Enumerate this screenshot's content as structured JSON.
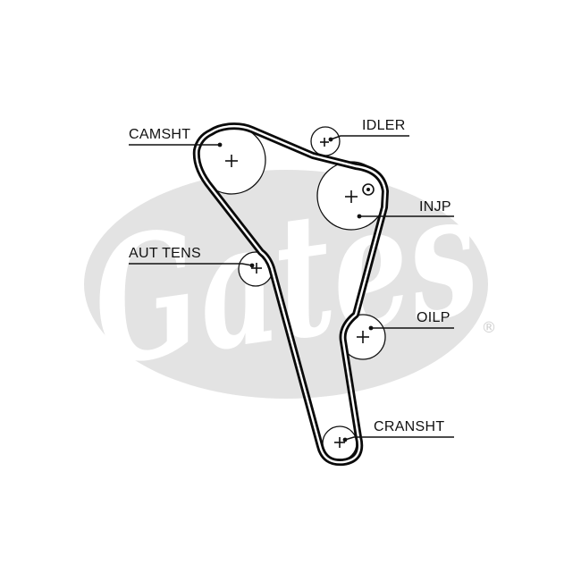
{
  "labels": {
    "camshaft": "CAMSHT",
    "idler": "IDLER",
    "injection_pump": "INJP",
    "auto_tensioner": "AUT TENS",
    "oil_pump": "OILP",
    "crankshaft": "CRANSHT"
  },
  "watermark": {
    "brand": "Gates",
    "registered_mark": "®",
    "color": "#e3e3e3"
  },
  "colors": {
    "belt": "#0a0a0a",
    "lines": "#111111",
    "background": "#ffffff"
  }
}
